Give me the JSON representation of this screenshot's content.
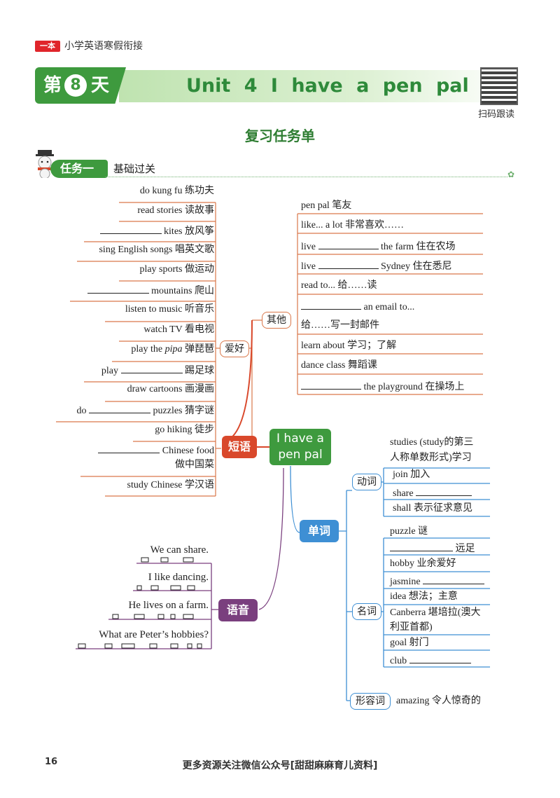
{
  "header": {
    "brand": "一本",
    "series": "小学英语寒假衔接",
    "day_prefix": "第",
    "day_number": "8",
    "day_suffix": "天",
    "unit_title": "Unit 4   I have a pen pal",
    "qr_label": "扫码跟读"
  },
  "page_heading": "复习任务单",
  "task": {
    "label": "任务一",
    "name": "基础过关"
  },
  "center_node": "I have a pen pal",
  "phrases_node": "短语",
  "hobbies_node": "爱好",
  "others_node": "其他",
  "words_node": "单词",
  "phonics_node": "语音",
  "hobbies": [
    {
      "pre": "do kung fu 练功夫",
      "blank": false
    },
    {
      "pre": "read stories 读故事",
      "blank": false
    },
    {
      "pre": "",
      "blank": true,
      "post": "kites 放风筝"
    },
    {
      "pre": "sing English songs 唱英文歌",
      "blank": false
    },
    {
      "pre": "play sports 做运动",
      "blank": false
    },
    {
      "pre": "",
      "blank": true,
      "post": "mountains 爬山"
    },
    {
      "pre": "listen to music 听音乐",
      "blank": false
    },
    {
      "pre": "watch TV 看电视",
      "blank": false
    },
    {
      "pre": "play the ",
      "italic": "pipa",
      "post2": " 弹琵琶",
      "blank": false
    },
    {
      "pre": "play ",
      "blank": true,
      "post": "踢足球"
    },
    {
      "pre": "draw cartoons 画漫画",
      "blank": false
    },
    {
      "pre": "do ",
      "blank": true,
      "post": "puzzles 猜字谜"
    },
    {
      "pre": "go hiking 徒步",
      "blank": false
    },
    {
      "pre": "",
      "blank": true,
      "post": "Chinese food",
      "line2": "做中国菜"
    },
    {
      "pre": "study Chinese 学汉语",
      "blank": false
    }
  ],
  "others": [
    {
      "pre": "pen pal 笔友"
    },
    {
      "pre": "like... a lot 非常喜欢……"
    },
    {
      "pre": "live ",
      "blank": true,
      "post": "the farm 住在农场"
    },
    {
      "pre": "live ",
      "blank": true,
      "post": "Sydney 住在悉尼"
    },
    {
      "pre": "read to... 给……读"
    },
    {
      "pre": "",
      "blank": true,
      "post": "an email to...",
      "line2": "给……写一封邮件"
    },
    {
      "pre": "learn about 学习；了解"
    },
    {
      "pre": "dance class 舞蹈课"
    },
    {
      "pre": "",
      "blank": true,
      "post": "the playground 在操场上"
    }
  ],
  "verbs_node": "动词",
  "verbs": [
    {
      "text": "studies (study的第三",
      "line2": "人称单数形式)学习"
    },
    {
      "text": "join 加入"
    },
    {
      "text": "share ",
      "blank": true
    },
    {
      "text": "shall 表示征求意见"
    }
  ],
  "nouns_node": "名词",
  "nouns": [
    {
      "text": "puzzle 谜"
    },
    {
      "text": "",
      "blank": true,
      "post": "远足"
    },
    {
      "text": "hobby 业余爱好"
    },
    {
      "text": "jasmine ",
      "blank": true
    },
    {
      "text": "idea 想法；主意"
    },
    {
      "text": "Canberra 堪培拉(澳大",
      "line2": "利亚首都)"
    },
    {
      "text": "goal 射门"
    },
    {
      "text": "club ",
      "blank": true
    }
  ],
  "adj_node": "形容词",
  "adjective": "amazing 令人惊奇的",
  "phonics": [
    "We can share.",
    "I like dancing.",
    "He lives on a farm.",
    "What are Peter’s hobbies?"
  ],
  "footer": {
    "page_number": "16",
    "note": "更多资源关注微信公众号[甜甜麻麻育儿资料]"
  },
  "colors": {
    "green": "#3e9a3e",
    "red": "#d9482b",
    "blue": "#3e8fd4",
    "purple": "#7a3f7e",
    "orange_line": "#d9774a"
  }
}
